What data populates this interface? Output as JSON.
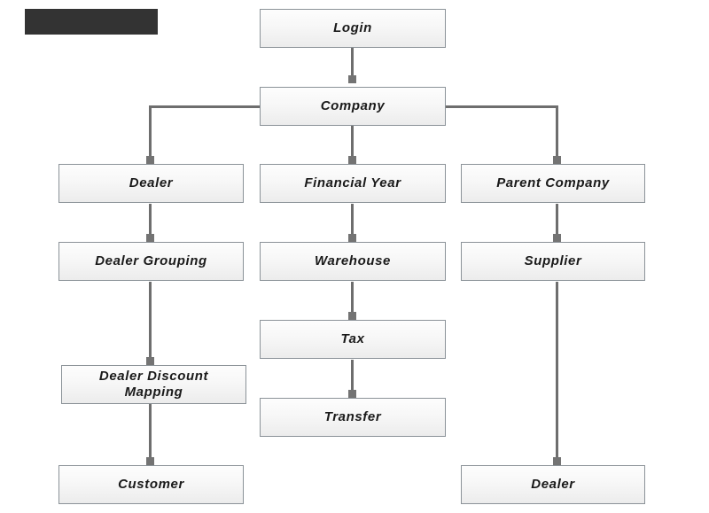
{
  "diagram": {
    "title_block": {
      "name": "redacted-title-block",
      "color": "#333333",
      "text": ""
    },
    "background_color": "#ffffff",
    "node_style": {
      "border_color": "#8b9298",
      "fill_top": "#fdfdfd",
      "fill_bottom": "#ececec",
      "text_color": "#1a1a1a"
    },
    "connector_color": "#6e6e6e",
    "connector_square_color": "#737373",
    "nodes": [
      {
        "id": "login",
        "label": "Login"
      },
      {
        "id": "company",
        "label": "Company"
      },
      {
        "id": "dealer",
        "label": "Dealer"
      },
      {
        "id": "financial-year",
        "label": "Financial  Year"
      },
      {
        "id": "parent-company",
        "label": "Parent  Company"
      },
      {
        "id": "dealer-grouping",
        "label": "Dealer  Grouping"
      },
      {
        "id": "warehouse",
        "label": "Warehouse"
      },
      {
        "id": "supplier",
        "label": "Supplier"
      },
      {
        "id": "tax",
        "label": "Tax"
      },
      {
        "id": "dealer-discount-mapping",
        "label": "Dealer  Discount\nMapping"
      },
      {
        "id": "transfer",
        "label": "Transfer"
      },
      {
        "id": "customer",
        "label": "Customer"
      },
      {
        "id": "dealer-bottom",
        "label": "Dealer"
      }
    ],
    "edges": [
      {
        "from": "login",
        "to": "company"
      },
      {
        "from": "company",
        "to": "dealer"
      },
      {
        "from": "company",
        "to": "financial-year"
      },
      {
        "from": "company",
        "to": "parent-company"
      },
      {
        "from": "dealer",
        "to": "dealer-grouping"
      },
      {
        "from": "financial-year",
        "to": "warehouse"
      },
      {
        "from": "parent-company",
        "to": "supplier"
      },
      {
        "from": "dealer-grouping",
        "to": "dealer-discount-mapping"
      },
      {
        "from": "warehouse",
        "to": "tax"
      },
      {
        "from": "tax",
        "to": "transfer"
      },
      {
        "from": "dealer-discount-mapping",
        "to": "customer"
      },
      {
        "from": "supplier",
        "to": "dealer-bottom"
      }
    ]
  }
}
